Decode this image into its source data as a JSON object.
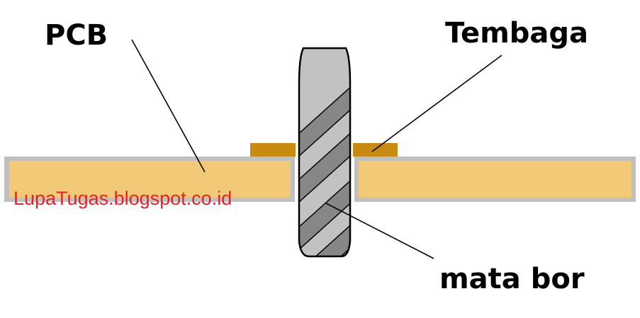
{
  "labels": {
    "pcb": "PCB",
    "copper": "Tembaga",
    "drill_bit": "mata bor"
  },
  "watermark": {
    "text": "LupaTugas.blogspot.co.id",
    "color": "#e8202a"
  },
  "colors": {
    "board_fill": "#f2c976",
    "board_border": "#c0c0c0",
    "copper_fill": "#c98a12",
    "bit_light": "#c2c2c2",
    "bit_dark": "#878787",
    "outline": "#000000"
  }
}
